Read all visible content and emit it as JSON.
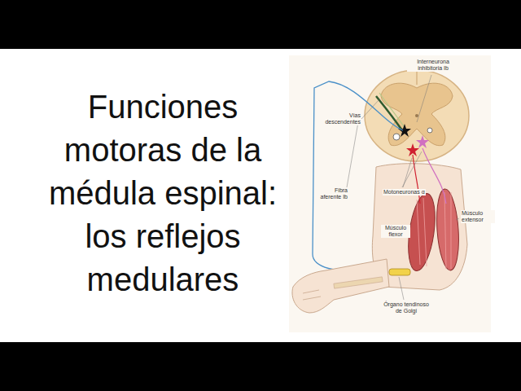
{
  "diagram": {
    "title": "Funciones motoras de la médula espinal: los reflejos medulares",
    "labels": [
      "Interneurona inhibitoria Ib",
      "Vías descendentes",
      "Fibra aferente Ib",
      "Motoneuronas α",
      "Músculo flexor",
      "Músculo extensor",
      "Órgano tendinoso de Golgi"
    ]
  }
}
